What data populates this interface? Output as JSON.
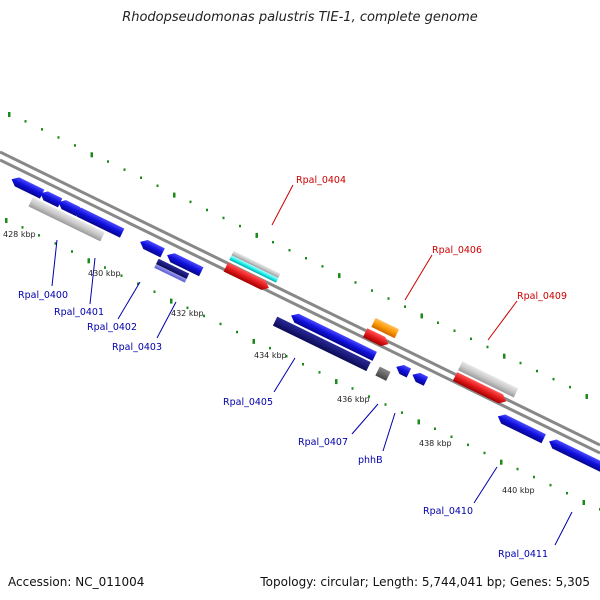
{
  "title": "Rhodopseudomonas palustris TIE-1, complete genome",
  "footer": {
    "accession": "Accession: NC_011004",
    "topology": "Topology: circular; Length: 5,744,041 bp; Genes: 5,305"
  },
  "ruler": [
    "428 kbp",
    "430 kbp",
    "432 kbp",
    "434 kbp",
    "436 kbp",
    "438 kbp",
    "440 kbp"
  ],
  "genes": [
    {
      "name": "Rpal_0400",
      "strand": "minus",
      "color": "#1010dd"
    },
    {
      "name": "Rpal_0401",
      "strand": "minus",
      "color": "#1010dd"
    },
    {
      "name": "Rpal_0402",
      "strand": "minus",
      "color": "#1010dd"
    },
    {
      "name": "Rpal_0403",
      "strand": "minus",
      "color": "#1010dd"
    },
    {
      "name": "Rpal_0404",
      "strand": "plus",
      "color": "#e41a1c"
    },
    {
      "name": "Rpal_0405",
      "strand": "minus",
      "color": "#1010dd"
    },
    {
      "name": "Rpal_0406",
      "strand": "plus",
      "color": "#e41a1c"
    },
    {
      "name": "Rpal_0407",
      "strand": "minus",
      "color": "#1010dd"
    },
    {
      "name": "phhB",
      "strand": "minus",
      "color": "#1010dd"
    },
    {
      "name": "Rpal_0409",
      "strand": "plus",
      "color": "#e41a1c"
    },
    {
      "name": "Rpal_0410",
      "strand": "minus",
      "color": "#1010dd"
    },
    {
      "name": "Rpal_0411",
      "strand": "minus",
      "color": "#1010dd"
    }
  ]
}
